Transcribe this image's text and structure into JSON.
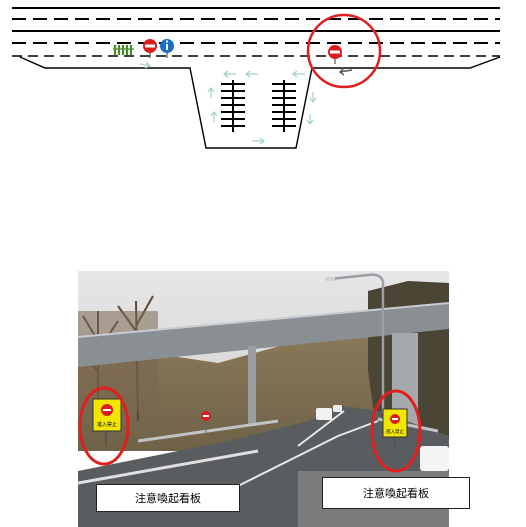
{
  "captions": {
    "left": "注意喚起看板",
    "right": "注意喚起看板"
  },
  "photo_signs": {
    "left_panel_text": "進入禁止",
    "right_panel_text": "進入禁止"
  },
  "colors": {
    "highlight_circle": "#e02020",
    "no_entry_sign": "#d81e1e",
    "info_sign": "#1a6fc4",
    "warning_board": "#f2e600",
    "flow_arrow": "#9fd3c7",
    "guardrail": "#4a8a2a"
  }
}
